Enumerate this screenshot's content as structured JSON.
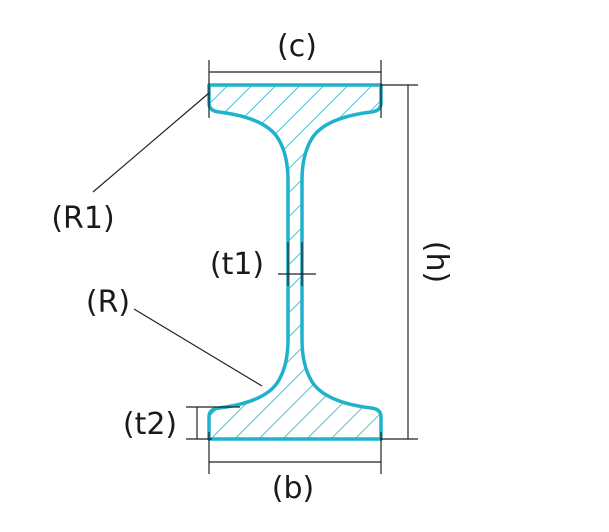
{
  "colors": {
    "accent": "#1fb2cc",
    "hatch": "#1fb2cc",
    "dimension": "#222222",
    "text": "#1a1a1a"
  },
  "labels": {
    "c": "(c)",
    "r1": "(R1)",
    "t1": "(t1)",
    "h": "(h)",
    "r": "(R)",
    "t2": "(t2)",
    "b": "(b)"
  }
}
